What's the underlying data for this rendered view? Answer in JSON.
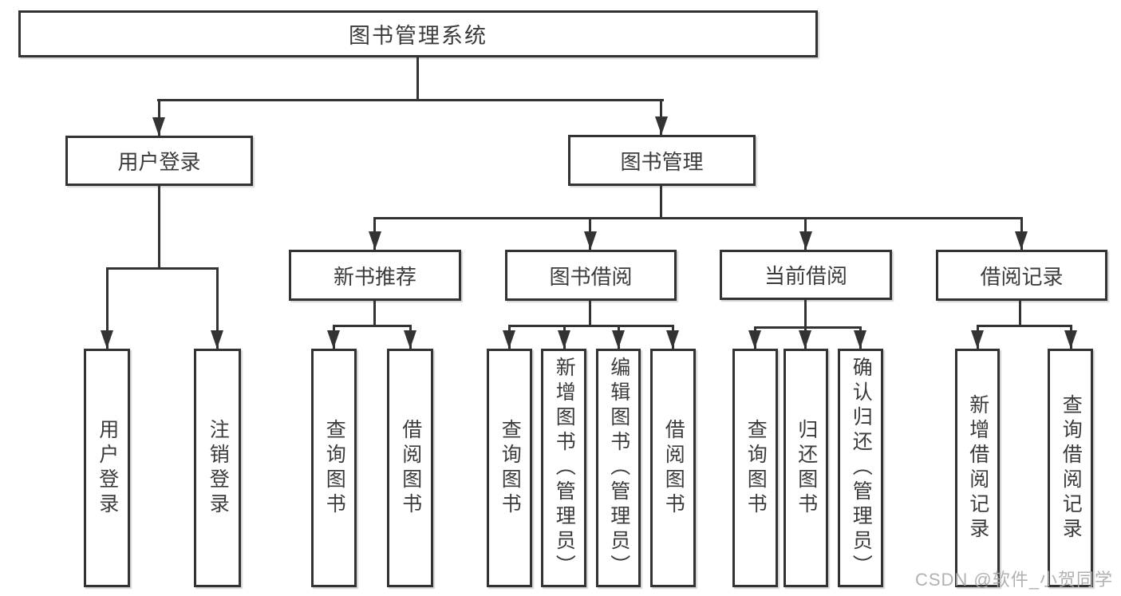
{
  "tree": {
    "root": "图书管理系统",
    "children": [
      {
        "label": "用户登录",
        "children": [
          "用户登录",
          "注销登录"
        ]
      },
      {
        "label": "图书管理",
        "children": [
          {
            "label": "新书推荐",
            "children": [
              "查询图书",
              "借阅图书"
            ]
          },
          {
            "label": "图书借阅",
            "children": [
              "查询图书",
              "新增图书（管理员）",
              "编辑图书（管理员）",
              "借阅图书"
            ]
          },
          {
            "label": "当前借阅",
            "children": [
              "查询图书",
              "归还图书",
              "确认归还（管理员）"
            ]
          },
          {
            "label": "借阅记录",
            "children": [
              "新增借阅记录",
              "查询借阅记录"
            ]
          }
        ]
      }
    ]
  },
  "watermark": {
    "text": "CSDN @软件_小贺同学"
  },
  "colors": {
    "line": "#333333",
    "text": "#3b3b3b",
    "background": "#ffffff",
    "watermark": "#ababab"
  }
}
